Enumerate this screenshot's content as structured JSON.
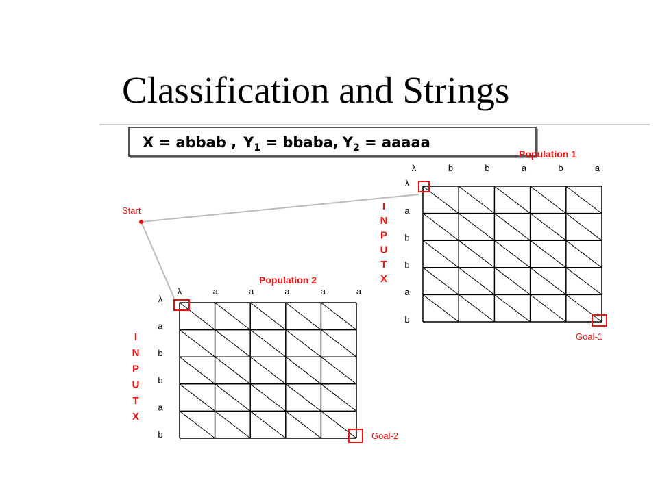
{
  "slide": {
    "title": "Classification and Strings",
    "formula": {
      "x_part": "X = abbab ,",
      "y1_var": "Y",
      "y1_sub": "1",
      "y1_val": " = bbaba,",
      "y2_var": "Y",
      "y2_sub": "2",
      "y2_val": " = aaaaa"
    },
    "start_label": "Start",
    "populations": [
      {
        "label": "Population 1",
        "goal_label": "Goal-1",
        "column_headers": [
          "λ",
          "b",
          "b",
          "a",
          "b",
          "a"
        ],
        "row_headers": [
          "λ",
          "a",
          "b",
          "b",
          "a",
          "b"
        ],
        "input_label": [
          "I",
          "N",
          "P",
          "U",
          "T",
          "X"
        ]
      },
      {
        "label": "Population 2",
        "goal_label": "Goal-2",
        "column_headers": [
          "λ",
          "a",
          "a",
          "a",
          "a",
          "a"
        ],
        "row_headers": [
          "λ",
          "a",
          "b",
          "b",
          "a",
          "b"
        ],
        "input_label": [
          "I",
          "N",
          "P",
          "U",
          "T",
          "X"
        ]
      }
    ]
  },
  "colors": {
    "highlight": "#ee1111",
    "grid": "#000000",
    "connector": "#bbbbbb",
    "rule": "#c8c8c8"
  }
}
